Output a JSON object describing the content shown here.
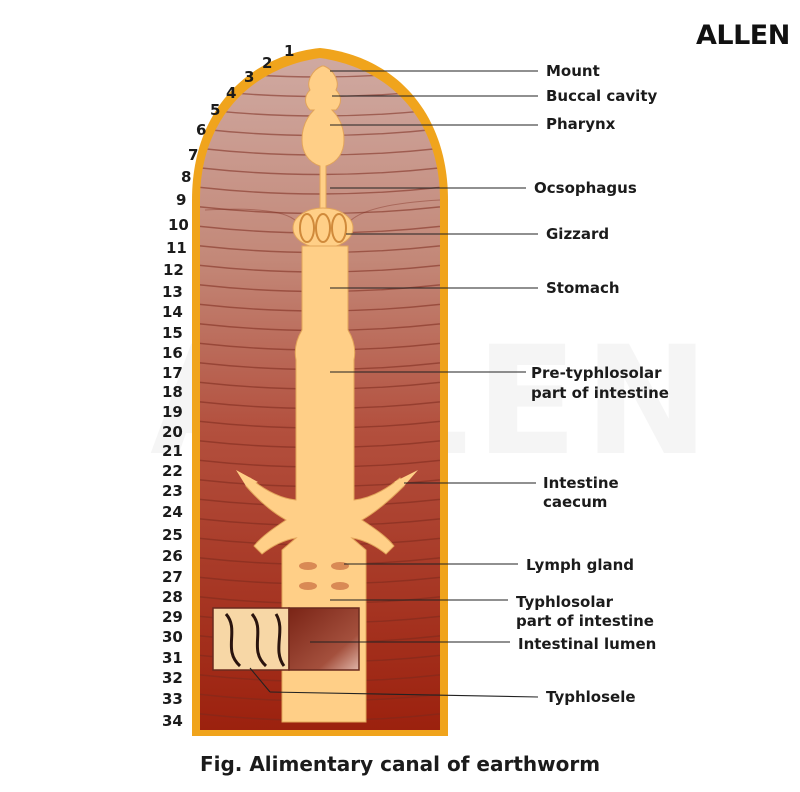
{
  "logo": "ALLEN",
  "watermark": "ALLEN",
  "caption": "Fig. Alimentary canal of earthworm",
  "segments": [
    "1",
    "2",
    "3",
    "4",
    "5",
    "6",
    "7",
    "8",
    "9",
    "10",
    "11",
    "12",
    "13",
    "14",
    "15",
    "16",
    "17",
    "18",
    "19",
    "20",
    "21",
    "22",
    "23",
    "24",
    "25",
    "26",
    "27",
    "28",
    "29",
    "30",
    "31",
    "32",
    "33",
    "34"
  ],
  "labels": {
    "mount": "Mount",
    "buccal_cavity": "Buccal cavity",
    "pharynx": "Pharynx",
    "oesophagus": "Ocsophagus",
    "gizzard": "Gizzard",
    "stomach": "Stomach",
    "pre_typhlosolar_1": "Pre-typhlosolar",
    "pre_typhlosolar_2": "part of intestine",
    "intestine_caecum_1": "Intestine",
    "intestine_caecum_2": "caecum",
    "lymph_gland": "Lymph gland",
    "typhlosolar_1": "Typhlosolar",
    "typhlosolar_2": "part of intestine",
    "intestinal_lumen": "Intestinal lumen",
    "typhlosole": "Typhlosele"
  },
  "colors": {
    "body_top": "#c9a29a",
    "body_bottom": "#a0230f",
    "rim": "#f0a41c",
    "gut": "#ffd08a",
    "lumen": "#8b2e1f"
  }
}
